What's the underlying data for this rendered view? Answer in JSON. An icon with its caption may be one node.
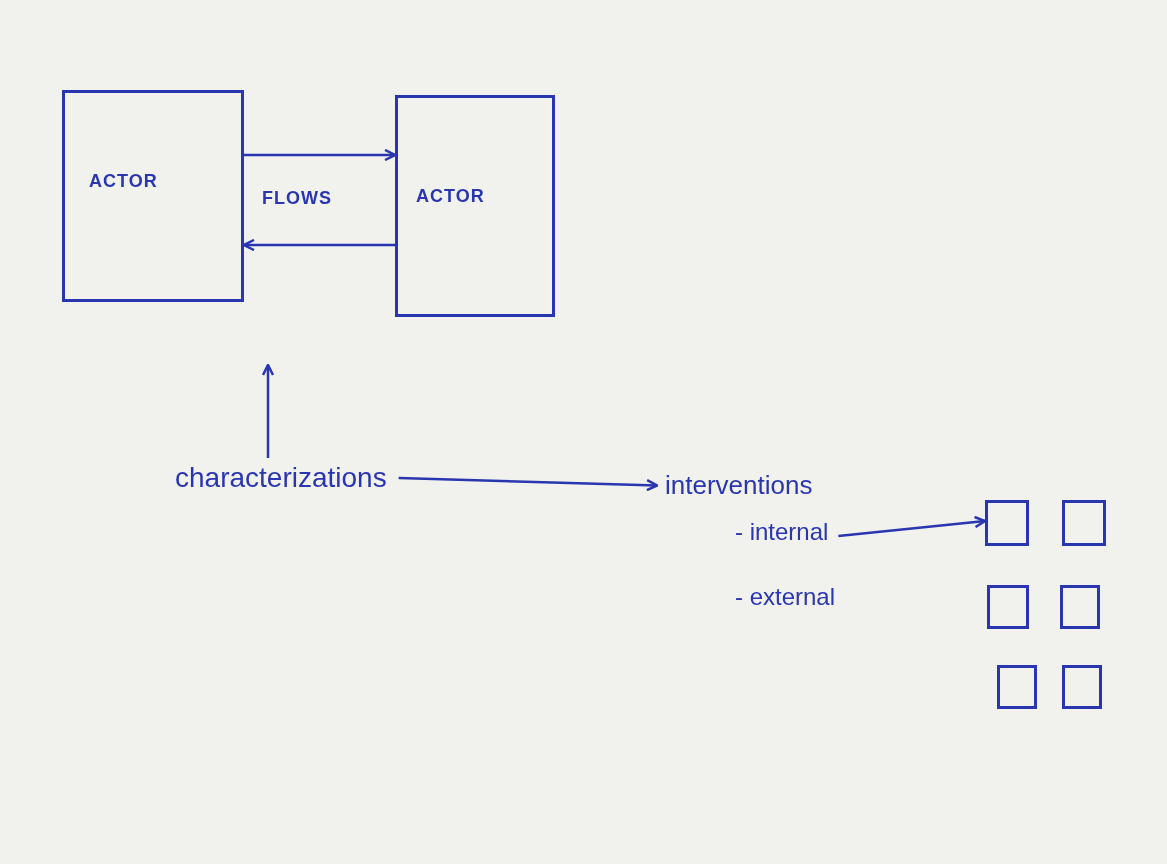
{
  "diagram": {
    "nodes": [
      {
        "text": [
          "ACTOR"
        ]
      },
      {
        "text": [
          "ACTOR"
        ]
      },
      {
        "text": [
          "characterizations"
        ]
      },
      {
        "text": [
          "interventions"
        ]
      },
      {
        "text": [
          "- internal"
        ]
      },
      {
        "text": [
          "- external"
        ]
      },
      {
        "text": [],
        "shape": "box"
      },
      {
        "text": [],
        "shape": "box"
      },
      {
        "text": [],
        "shape": "box"
      },
      {
        "text": [],
        "shape": "box"
      },
      {
        "text": [],
        "shape": "box"
      },
      {
        "text": [],
        "shape": "box"
      }
    ],
    "edges": [
      {
        "from": 0,
        "to": 1,
        "arrow": "to"
      },
      {
        "from": 1,
        "to": 0,
        "arrow": "to"
      },
      {
        "from": 2,
        "to": null,
        "arrow": "to"
      },
      {
        "from": 2,
        "to": 3,
        "arrow": "to"
      },
      {
        "from": 4,
        "to": 6,
        "arrow": "to"
      }
    ],
    "labels": [
      "FLOWS"
    ]
  }
}
